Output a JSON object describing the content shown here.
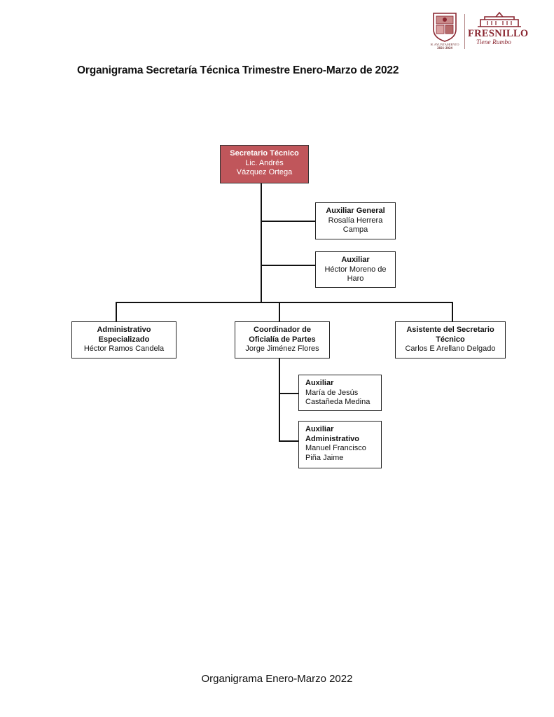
{
  "header": {
    "crest_caption_top": "H. AYUNTAMIENTO",
    "crest_caption_years": "2021-2024",
    "brand_name": "FRESNILLO",
    "brand_slogan": "Tiene Rumbo",
    "colors": {
      "brand": "#8a2630",
      "top_box": "#c0565b"
    }
  },
  "title": "Organigrama Secretaría Técnica Trimestre Enero-Marzo de 2022",
  "chart": {
    "top": {
      "role": "Secretario Técnico",
      "name_line1": "Lic. Andrés",
      "name_line2": "Vázquez Ortega"
    },
    "aux_general": {
      "role": "Auxiliar General",
      "name_line1": "Rosalía Herrera",
      "name_line2": "Campa"
    },
    "aux_1": {
      "role": "Auxiliar",
      "name_line1": "Héctor Moreno de",
      "name_line2": "Haro"
    },
    "admin": {
      "role_line1": "Administrativo",
      "role_line2": "Especializado",
      "name": "Héctor Ramos Candela"
    },
    "coord": {
      "role_line1": "Coordinador de",
      "role_line2": "Oficialía de Partes",
      "name": "Jorge Jiménez Flores"
    },
    "asist": {
      "role_line1": "Asistente del Secretario",
      "role_line2": "Técnico",
      "name": "Carlos E Arellano Delgado"
    },
    "aux_2": {
      "role": "Auxiliar",
      "name_line1": "María de Jesús",
      "name_line2": "Castañeda Medina"
    },
    "aux_admin": {
      "role_line1": "Auxiliar",
      "role_line2": "Administrativo",
      "name_line1": "Manuel Francisco",
      "name_line2": "Piña Jaime"
    }
  },
  "footer": "Organigrama Enero-Marzo 2022"
}
